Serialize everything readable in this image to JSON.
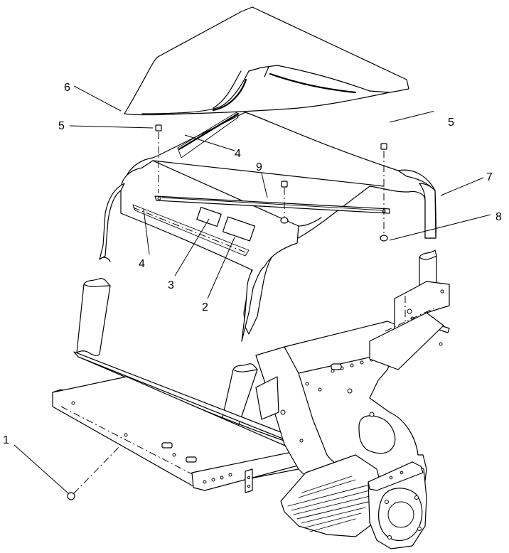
{
  "diagram": {
    "callouts": [
      {
        "id": "c1",
        "label": "1"
      },
      {
        "id": "c2",
        "label": "2"
      },
      {
        "id": "c3",
        "label": "3"
      },
      {
        "id": "c4a",
        "label": "4"
      },
      {
        "id": "c4b",
        "label": "4"
      },
      {
        "id": "c5a",
        "label": "5"
      },
      {
        "id": "c5b",
        "label": "5"
      },
      {
        "id": "c6",
        "label": "6"
      },
      {
        "id": "c7",
        "label": "7"
      },
      {
        "id": "c8",
        "label": "8"
      },
      {
        "id": "c9",
        "label": "9"
      }
    ]
  }
}
